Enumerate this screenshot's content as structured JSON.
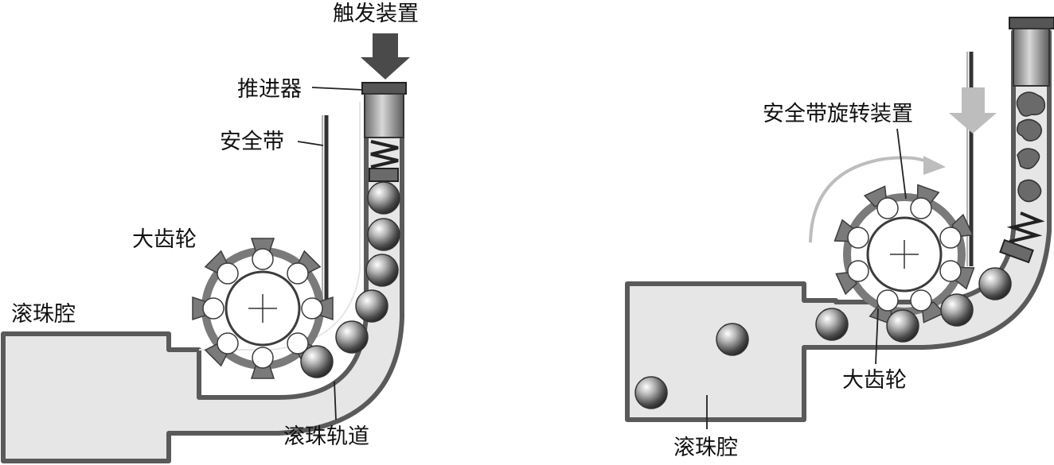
{
  "left": {
    "trigger_label": "触发装置",
    "pusher_label": "推进器",
    "belt_label": "安全带",
    "gear_label": "大齿轮",
    "chamber_label": "滚珠腔",
    "track_label": "滚珠轨道"
  },
  "right": {
    "rotation_label": "安全带旋转装置",
    "gear_label": "大齿轮",
    "chamber_label": "滚珠腔"
  },
  "colors": {
    "outline": "#5a5a5a",
    "fill": "#e6e6e6",
    "gear": "#7a7a7a",
    "arrow_dark": "#4a4a4a",
    "arrow_light": "#bdbdbd"
  }
}
